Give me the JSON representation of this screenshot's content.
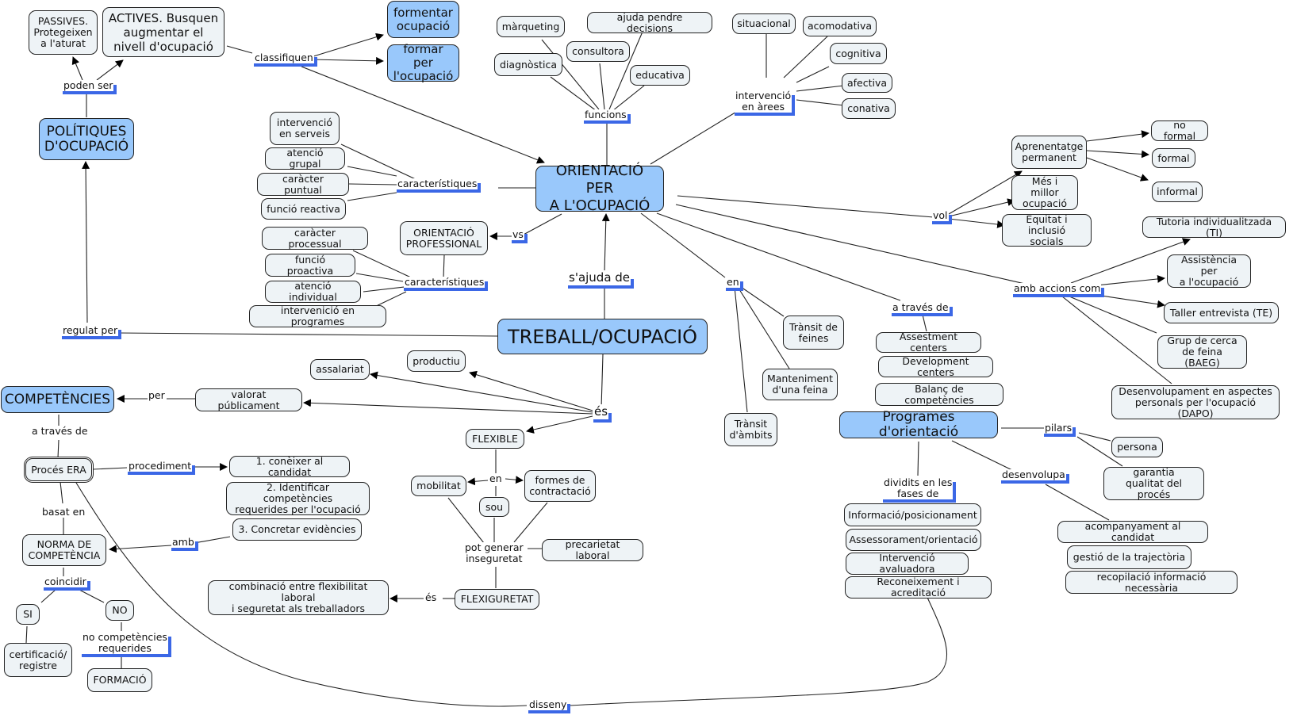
{
  "colors": {
    "main_node": "#99c8fb",
    "node": "#eef3f6",
    "link_marker": "#3b67e6"
  },
  "nodes": {
    "passives": "PASSIVES.\nProtegeixen\na l'aturat",
    "actives": "ACTIVES. Busquen\naugmentar el\nnivell d'ocupació",
    "formentar": "formentar\nocupació",
    "formar": "formar per\nl'ocupació",
    "politiques": "POLÍTIQUES\nD'OCUPACIÓ",
    "marqueting": "màrqueting",
    "diagnostica": "diagnòstica",
    "consultora": "consultora",
    "ajuda": "ajuda pendre decisions",
    "educativa": "educativa",
    "situacional": "situacional",
    "acomodativa": "acomodativa",
    "cognitiva": "cognitiva",
    "afectiva": "afectiva",
    "conativa": "conativa",
    "interv_serveis": "intervenció\nen serveis",
    "atencio_grupal": "atenció grupal",
    "caracter_puntual": "caràcter puntual",
    "funcio_reactiva": "funció reactiva",
    "orientacio_ocupacio": "ORIENTACIÓ PER\nA L'OCUPACIÓ",
    "orientacio_prof": "ORIENTACIÓ\nPROFESSIONAL",
    "caracter_processual": "caràcter processual",
    "funcio_proactiva": "funció proactiva",
    "atencio_individual": "atenció individual",
    "interv_programes": "intervenició en programes",
    "aprenentatge": "Aprenentatge\npermanent",
    "mes_millor": "Més i millor\nocupació",
    "equitat": "Equitat i inclusió\nsocials",
    "no_formal": "no formal",
    "formal": "formal",
    "informal": "informal",
    "tutoria": "Tutoria individualitzada (TI)",
    "assistencia": "Assistència per\na l'ocupació",
    "taller": "Taller entrevista (TE)",
    "grup_cerca": "Grup de cerca\nde feina (BAEG)",
    "dapo": "Desenvolupament en aspectes\npersonals per l'ocupació (DAPO)",
    "treball": "TREBALL/OCUPACIÓ",
    "transit_feines": "Trànsit de\nfeines",
    "manteniment": "Manteniment\nd'una feina",
    "transit_ambits": "Trànsit\nd'àmbits",
    "assessment": "Assestment centers",
    "development": "Development centers",
    "balanc": "Balanç de competències",
    "programes": "Programes d'orientació",
    "persona": "persona",
    "garantia": "garantia\nqualitat del procés",
    "info_pos": "Informació/posicionament",
    "assessorament": "Assessorament/orientació",
    "interv_aval": "Intervenció avaluadora",
    "reconeixement": "Reconeixement i acreditació",
    "acompanyament": "acompanyament al candidat",
    "gestio": "gestió de la trajectòria",
    "recopilacio": "recopilació informació necessària",
    "productiu": "productiu",
    "assalariat": "assalariat",
    "competencies": "COMPETÈNCIES",
    "valorat": "valorat públicament",
    "flexible": "FLEXIBLE",
    "mobilitat": "mobilitat",
    "formes": "formes de\ncontractació",
    "sou": "sou",
    "precarietat": "precarietat laboral",
    "flexiguretat": "FLEXIGURETAT",
    "combinacio": "combinació entre flexibilitat laboral\ni seguretat als treballadors",
    "proces_era": "Procés ERA",
    "pas1": "1. conèixer al candidat",
    "pas2": "2. Identificar competències\nrequerides per l'ocupació",
    "pas3": "3.  Concretar evidències",
    "norma": "NORMA DE\nCOMPETÈNCIA",
    "si": "SI",
    "no": "NO",
    "certificacio": "certificació/\nregistre",
    "formacio": "FORMACIÓ"
  },
  "links": {
    "poden_ser": "poden ser",
    "classifiquen": "classifiquen",
    "funcions": "funcions",
    "interv_arees": "intervenció\nen àrees",
    "caract1": "característiques",
    "caract2": "característiques",
    "vs": "vs",
    "vol": "vol",
    "amb_accions": "amb accions com",
    "sajuda": "s'ajuda de",
    "en1": "en",
    "a_traves1": "a través de",
    "pilars": "pilars",
    "desenvolupa": "desenvolupa",
    "dividits": "dividits en les\nfases de",
    "regulat": "regulat per",
    "es1": "és",
    "per": "per",
    "a_traves2": "a través de",
    "en2": "en",
    "pot_generar": "pot generar\ninseguretat",
    "es2": "és",
    "procediment": "procediment",
    "basat": "basat en",
    "amb": "amb",
    "coincidir": "coincidir",
    "no_comp": "no competències\nrequerides",
    "disseny": "disseny"
  }
}
